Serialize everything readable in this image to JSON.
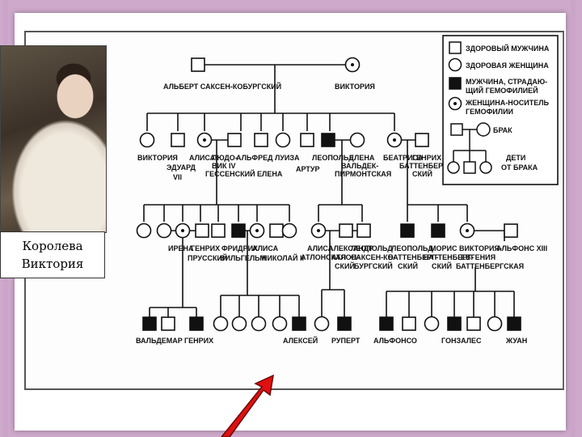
{
  "caption": {
    "line1": "Королева",
    "line2": "Виктория"
  },
  "legend": {
    "healthy_male": "ЗДОРОВЫЙ МУЖЧИНА",
    "healthy_female": "ЗДОРОВАЯ ЖЕНЩИНА",
    "affected_male_1": "МУЖЧИНА, СТРАДАЮ-",
    "affected_male_2": "ЩИЙ ГЕМОФИЛИЕЙ",
    "carrier_female_1": "ЖЕНЩИНА-НОСИТЕЛЬ",
    "carrier_female_2": "ГЕМОФИЛИИ",
    "marriage": "БРАК",
    "children_1": "ДЕТИ",
    "children_2": "ОТ БРАКА"
  },
  "gen1": {
    "albert": "АЛЬБЕРТ САКСЕН-КОБУРГСКИЙ",
    "victoria": "ВИКТОРИЯ"
  },
  "gen2": {
    "victoria": "ВИКТОРИЯ",
    "edward_1": "ЭДУАРД",
    "edward_2": "VII",
    "alice": "АЛИСА",
    "ludwig_1": "ЛЮДО-",
    "ludwig_2": "ВИК IV",
    "ludwig_3": "ГЕССЕНСКИЙ",
    "alfred": "АЛЬФРЕД",
    "elena_1": "ЕЛЕНА",
    "louise": "ЛУИЗА",
    "arthur": "АРТУР",
    "leopold": "ЛЕОПОЛЬД",
    "elena_2": "ЕЛЕНА",
    "waldeck_1": "ВАЛЬДЕК-",
    "waldeck_2": "ПИРМОНТСКАЯ",
    "beatrice": "БЕАТРИСА",
    "heinrich_1": "ГЕНРИХ",
    "heinrich_2": "БАТТЕНБЕРГ-",
    "heinrich_3": "СКИЙ"
  },
  "gen3": {
    "irene": "ИРЕНА",
    "heinrich_1": "ГЕНРИХ",
    "heinrich_2": "ПРУССКИЙ",
    "friedrich": "ФРИДРИХ",
    "wilhelm": "ВИЛЬГЕЛЬМ",
    "alisa": "АЛИСА",
    "nicholas": "НИКОЛАЙ II",
    "alice_1": "АЛИСА",
    "alice_2": "АТЛОНСКАЯ",
    "alexander_1": "АЛЕКСАНДР",
    "alexander_2": "АТЛОН-",
    "alexander_3": "СКИЙ",
    "leopold_a_1": "ЛЕОПОЛЬД",
    "leopold_a_2": "САКСЕН-КО-",
    "leopold_a_3": "БУРГСКИЙ",
    "leopold_b_1": "ЛЕОПОЛЬД",
    "leopold_b_2": "БАТТЕНБЕРГ-",
    "leopold_b_3": "СКИЙ",
    "maurice_1": "МОРИС",
    "maurice_2": "БАТТЕНБЕРГ-",
    "maurice_3": "СКИЙ",
    "victoria_e_1": "ВИКТОРИЯ-",
    "victoria_e_2": "ЕВГЕНИЯ",
    "victoria_e_3": "БАТТЕНБЕРГСКАЯ",
    "alfonso": "АЛЬФОНС XIII"
  },
  "gen4": {
    "waldemar": "ВАЛЬДЕМАР",
    "heinrich": "ГЕНРИХ",
    "alexei": "АЛЕКСЕЙ",
    "rupert": "РУПЕРТ",
    "alfonso": "АЛЬФОНСО",
    "gonzalo": "ГОНЗАЛЕС",
    "juan": "ЖУАН"
  }
}
